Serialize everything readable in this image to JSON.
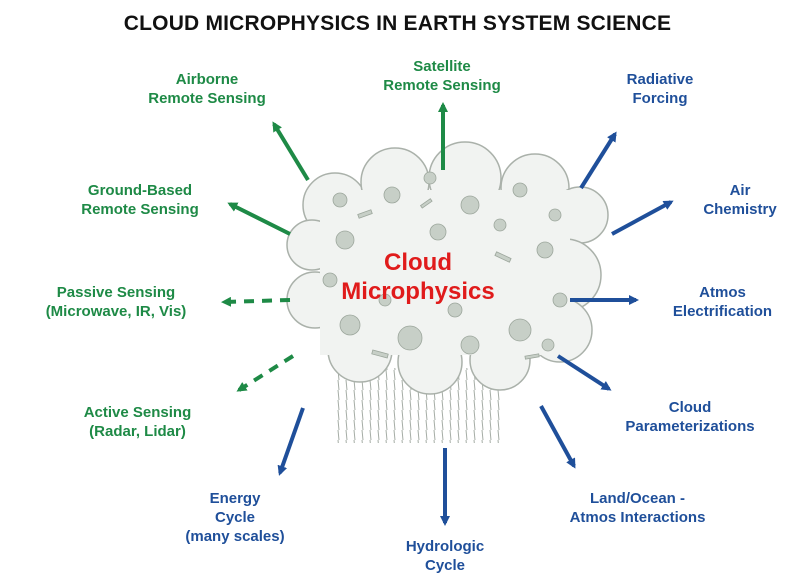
{
  "title": "CLOUD MICROPHYSICS IN EARTH SYSTEM SCIENCE",
  "center": {
    "line1": "Cloud",
    "line2": "Microphysics"
  },
  "colors": {
    "green": "#1e8a46",
    "blue": "#1f4f9a",
    "center": "#e01b1b"
  },
  "nodes": [
    {
      "id": "airborne",
      "lines": [
        "Airborne",
        "Remote Sensing"
      ],
      "color": "green"
    },
    {
      "id": "satellite",
      "lines": [
        "Satellite",
        "Remote Sensing"
      ],
      "color": "green"
    },
    {
      "id": "radiative",
      "lines": [
        "Radiative",
        "Forcing"
      ],
      "color": "blue"
    },
    {
      "id": "ground",
      "lines": [
        "Ground-Based",
        "Remote Sensing"
      ],
      "color": "green"
    },
    {
      "id": "chemistry",
      "lines": [
        "Air",
        "Chemistry"
      ],
      "color": "blue"
    },
    {
      "id": "passive",
      "lines": [
        "Passive Sensing",
        "(Microwave, IR, Vis)"
      ],
      "color": "green"
    },
    {
      "id": "electrification",
      "lines": [
        "Atmos",
        "Electrification"
      ],
      "color": "blue"
    },
    {
      "id": "active",
      "lines": [
        "Active Sensing",
        "(Radar, Lidar)"
      ],
      "color": "green"
    },
    {
      "id": "parameterizations",
      "lines": [
        "Cloud",
        "Parameterizations"
      ],
      "color": "blue"
    },
    {
      "id": "energy",
      "lines": [
        "Energy",
        "Cycle",
        "(many scales)"
      ],
      "color": "blue"
    },
    {
      "id": "hydrologic",
      "lines": [
        "Hydrologic",
        "Cycle"
      ],
      "color": "blue"
    },
    {
      "id": "landocean",
      "lines": [
        "Land/Ocean -",
        "Atmos Interactions"
      ],
      "color": "blue"
    }
  ]
}
